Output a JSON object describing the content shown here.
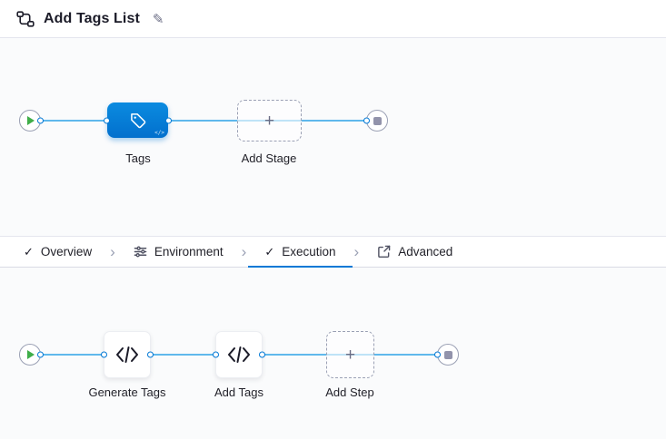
{
  "header": {
    "title": "Add Tags List"
  },
  "stage_pipeline": {
    "stage_label": "Tags",
    "add_stage_label": "Add Stage"
  },
  "tabs": {
    "overview": "Overview",
    "environment": "Environment",
    "execution": "Execution",
    "advanced": "Advanced",
    "active_tab": "Execution"
  },
  "step_pipeline": {
    "steps": [
      {
        "label": "Generate Tags"
      },
      {
        "label": "Add Tags"
      }
    ],
    "add_step_label": "Add Step"
  },
  "icons": {
    "pipeline-icon": "flow-graph svg",
    "edit-pencil-icon": "✎",
    "play-icon": "css-triangle",
    "stop-icon": "css-square",
    "tag-icon": "white tag svg",
    "code-icon": "</>",
    "plus-icon": "+",
    "check-icon": "✓",
    "chevron-right-icon": "›",
    "environment-icon": "sliders svg",
    "advanced-icon": "arrow-out-of-box svg"
  },
  "colors": {
    "accent_blue": "#0278d5",
    "connector_blue": "#5fb8ec",
    "stage_node_blue": "#0377d6",
    "play_green": "#3fae49",
    "stop_gray": "#9293ab",
    "canvas_bg": "#fafbfc",
    "border_gray": "#e4e5ee",
    "text_dark": "#1b1b28"
  }
}
